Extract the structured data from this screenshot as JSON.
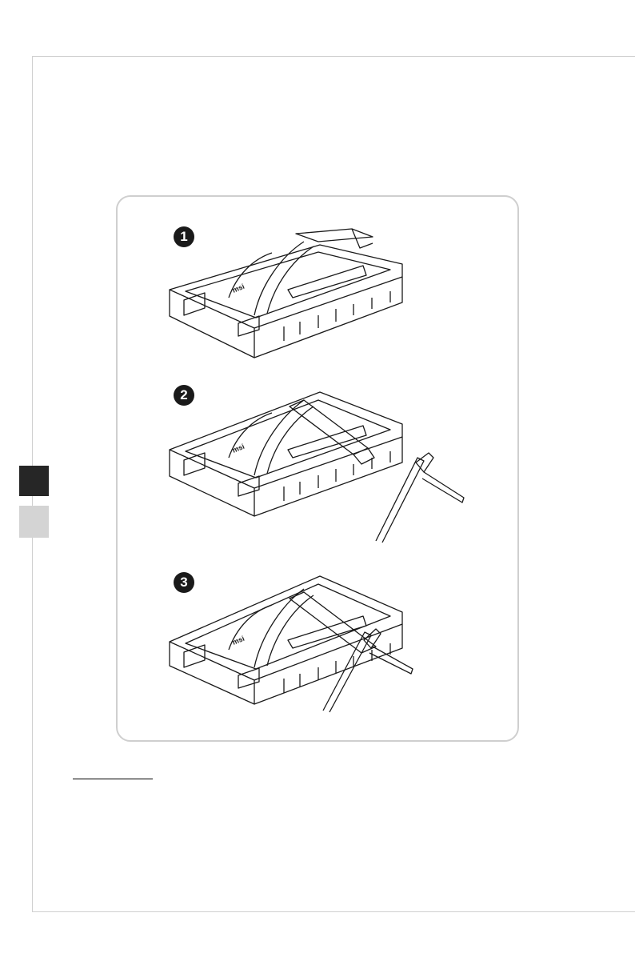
{
  "steps": [
    {
      "number": "1",
      "icon": "monitor-stand-attached-icon"
    },
    {
      "number": "2",
      "icon": "monitor-base-detached-icon"
    },
    {
      "number": "3",
      "icon": "monitor-base-attach-icon"
    }
  ],
  "brand_mark": "msi",
  "colors": {
    "frame": "#d0d0d0",
    "tab_active": "#262626",
    "tab_inactive": "#d4d4d4",
    "ink": "#1a1a1a"
  }
}
